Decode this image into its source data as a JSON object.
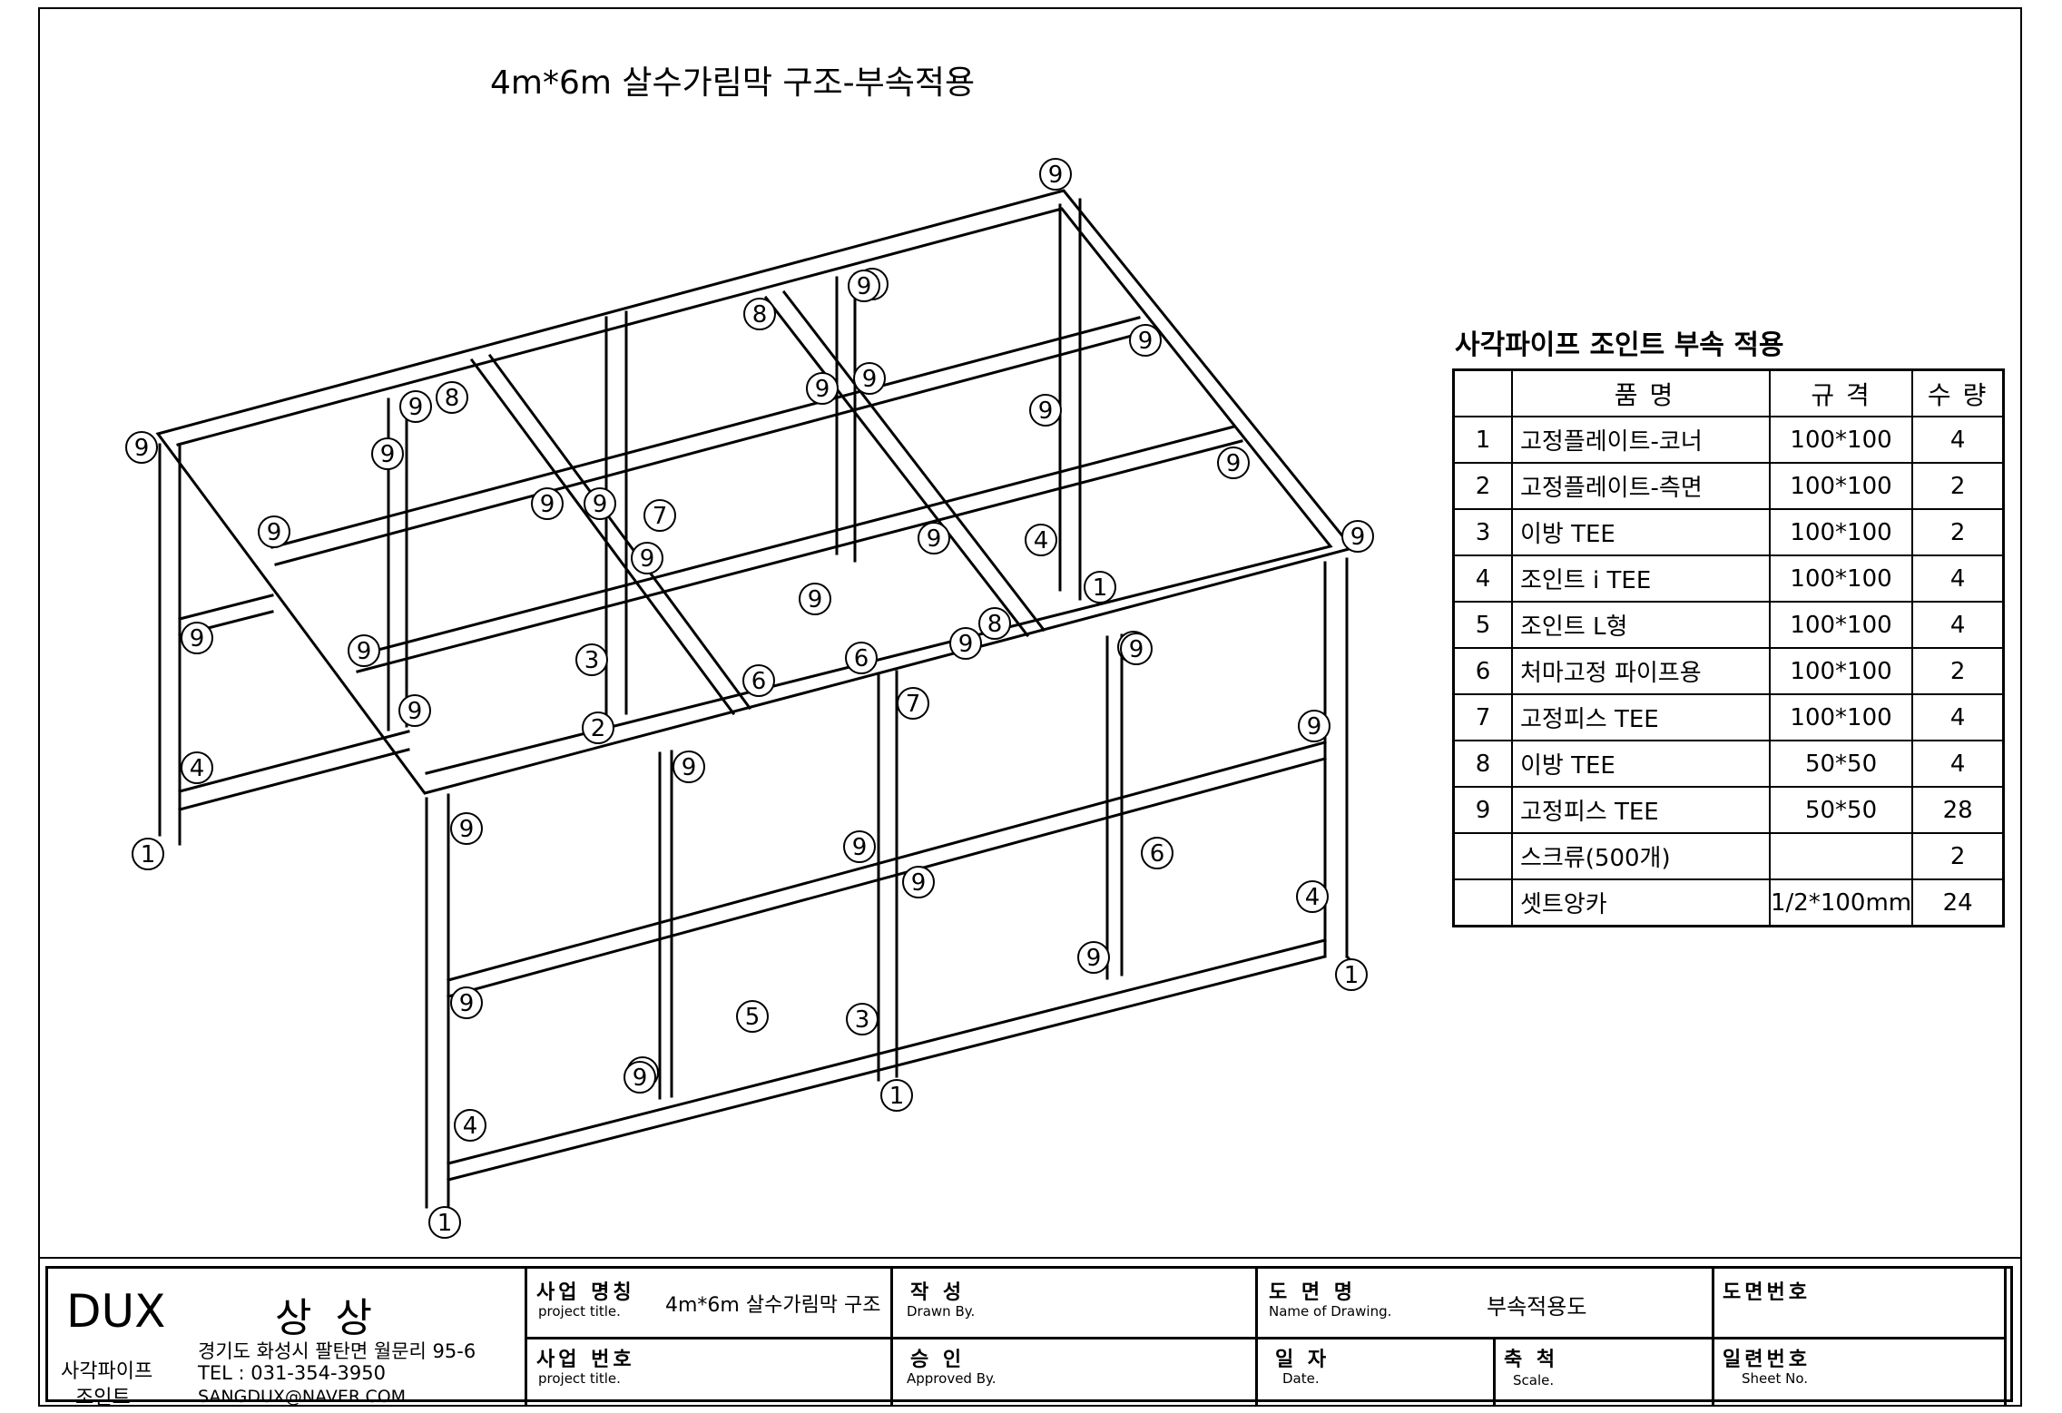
{
  "title": "4m*6m 살수가림막 구조-부속적용",
  "callouts": [
    "1",
    "2",
    "3",
    "4",
    "5",
    "6",
    "7",
    "8",
    "9"
  ],
  "bom": {
    "heading": "사각파이프 조인트 부속 적용",
    "headers": {
      "name": "품    명",
      "spec": "규  격",
      "qty": "수  량"
    },
    "rows": [
      {
        "no": "1",
        "name": "고정플레이트-코너",
        "spec": "100*100",
        "qty": "4"
      },
      {
        "no": "2",
        "name": "고정플레이트-측면",
        "spec": "100*100",
        "qty": "2"
      },
      {
        "no": "3",
        "name": "이방 TEE",
        "spec": "100*100",
        "qty": "2"
      },
      {
        "no": "4",
        "name": "조인트 i TEE",
        "spec": "100*100",
        "qty": "4"
      },
      {
        "no": "5",
        "name": "조인트 L형",
        "spec": "100*100",
        "qty": "4"
      },
      {
        "no": "6",
        "name": "처마고정 파이프용",
        "spec": "100*100",
        "qty": "2"
      },
      {
        "no": "7",
        "name": "고정피스 TEE",
        "spec": "100*100",
        "qty": "4"
      },
      {
        "no": "8",
        "name": "이방 TEE",
        "spec": "50*50",
        "qty": "4"
      },
      {
        "no": "9",
        "name": "고정피스 TEE",
        "spec": "50*50",
        "qty": "28"
      },
      {
        "no": "",
        "name": "스크류(500개)",
        "spec": "",
        "qty": "2"
      },
      {
        "no": "",
        "name": "셋트앙카",
        "spec": "1/2*100mm",
        "qty": "24"
      }
    ]
  },
  "title_block": {
    "brand": "DUX",
    "brand_kr": "상 상",
    "brand_sub1": "사각파이프",
    "brand_sub2": "조인트",
    "address": "경기도 화성시 팔탄면 월문리 95-6",
    "tel": "TEL : 031-354-3950",
    "email": "SANGDUX@NAVER.COM",
    "project_name_kr": "사업 명칭",
    "project_name_en": "project title.",
    "project_name_value": "4m*6m 살수가림막 구조",
    "project_no_kr": "사업 번호",
    "project_no_en": "project title.",
    "drawn_kr": "작  성",
    "drawn_en": "Drawn By.",
    "approved_kr": "승  인",
    "approved_en": "Approved By.",
    "drawing_name_kr": "도 면 명",
    "drawing_name_en": "Name of Drawing.",
    "drawing_name_value": "부속적용도",
    "date_kr": "일 자",
    "date_en": "Date.",
    "scale_kr": "축 척",
    "scale_en": "Scale.",
    "drawing_no_kr": "도면번호",
    "sheet_no_kr": "일련번호",
    "sheet_no_en": "Sheet No."
  }
}
